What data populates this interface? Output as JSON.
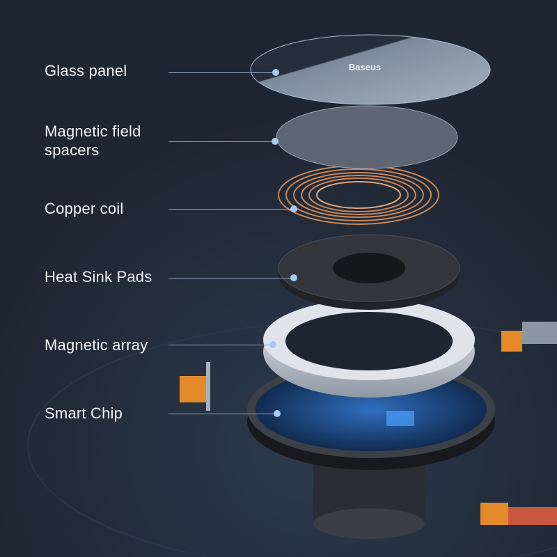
{
  "brand_logo": "Baseus",
  "callouts": [
    {
      "label": "Glass panel"
    },
    {
      "label": "Magnetic field spacers"
    },
    {
      "label": "Copper coil"
    },
    {
      "label": "Heat Sink Pads"
    },
    {
      "label": "Magnetic array"
    },
    {
      "label": "Smart Chip"
    }
  ],
  "colors": {
    "background": "#1e2631",
    "leader": "#8ea3bf",
    "dot": "#a9c8f5",
    "copper": "#c9865a"
  }
}
